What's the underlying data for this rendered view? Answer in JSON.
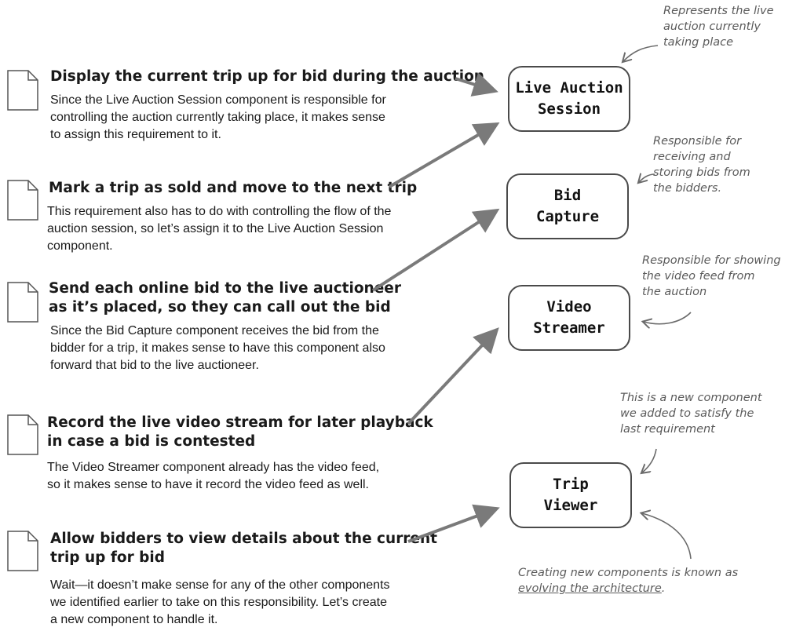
{
  "requirements": [
    {
      "title": "Display the current trip up for bid during the auction",
      "body": "Since the Live Auction Session component is responsible for\ncontrolling the auction currently taking place, it makes sense\nto assign this requirement to it."
    },
    {
      "title": "Mark a trip as sold and move to the next trip",
      "body": "This requirement also has to do with controlling the flow of the\nauction session, so let’s assign it to the Live Auction Session\ncomponent."
    },
    {
      "title": "Send each online bid to the live auctioneer\nas it’s placed, so they can call out the bid",
      "body": "Since the Bid Capture component receives the bid from the\nbidder for a trip, it makes sense to have this component also\nforward that bid to the live auctioneer."
    },
    {
      "title": "Record the live video stream for later playback\nin case a bid is contested",
      "body": "The Video Streamer component already has the video feed,\nso it makes sense to have it record the video feed as well."
    },
    {
      "title": "Allow bidders to view details about the current\ntrip up for bid",
      "body": "Wait—it doesn’t make sense for any of the other components\nwe identified earlier to take on this responsibility. Let’s create\na new component to handle it."
    }
  ],
  "components": [
    {
      "label": "Live Auction\nSession"
    },
    {
      "label": "Bid\nCapture"
    },
    {
      "label": "Video\nStreamer"
    },
    {
      "label": "Trip\nViewer"
    }
  ],
  "notes": {
    "live_auction": "Represents the live\nauction currently\ntaking place",
    "bid_capture": "Responsible for\nreceiving and\nstoring bids from\nthe bidders.",
    "video_streamer": "Responsible for showing\nthe video feed from\nthe auction",
    "trip_viewer": "This is a new component\nwe added to satisfy the\nlast requirement",
    "evolving_prefix": "Creating new components is known as",
    "evolving_link": "evolving the architecture",
    "evolving_suffix": "."
  },
  "colors": {
    "arrow": "#7a7a7a",
    "note_text": "#5a5a5a",
    "box_border": "#4a4a4a"
  }
}
